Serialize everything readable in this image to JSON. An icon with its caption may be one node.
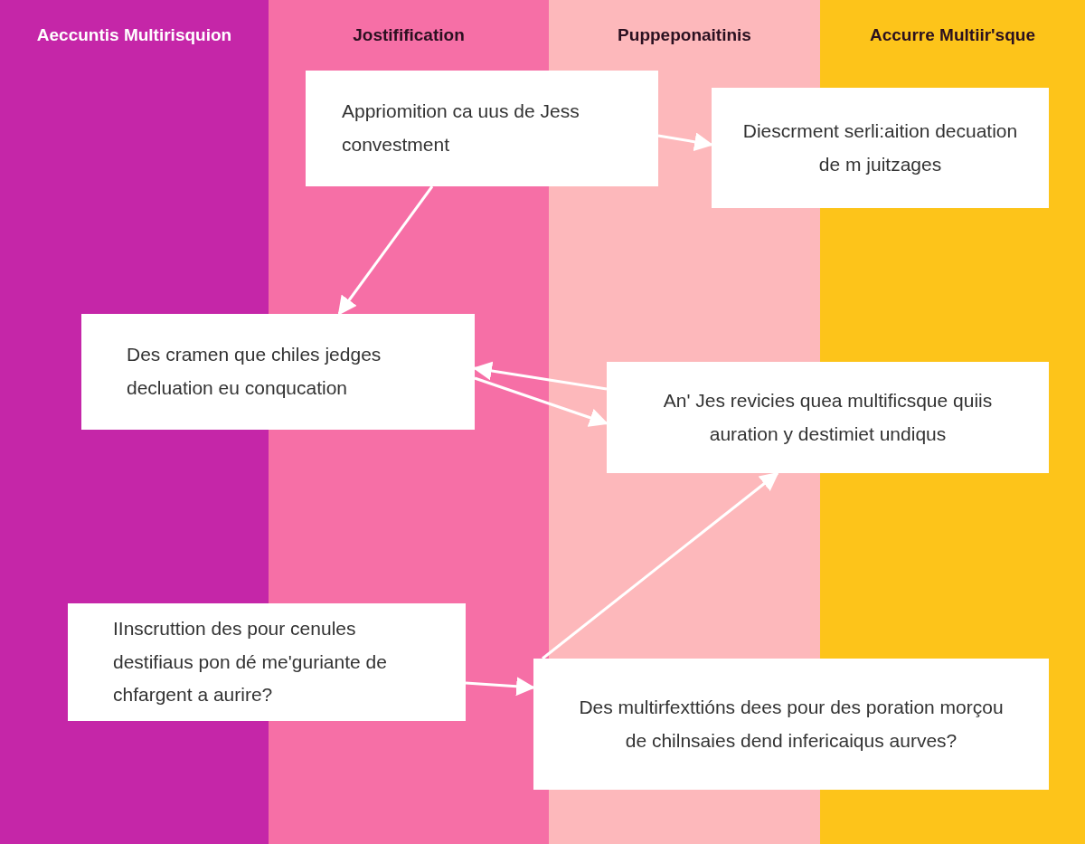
{
  "diagram": {
    "nodes": [
      {
        "text": [
          "Appriomition ca uus de Jess convestment"
        ]
      },
      {
        "text": [
          "Diescrment serli:aition decuation de m juitzages"
        ]
      },
      {
        "text": [
          "Des cramen que chiles jedges decluation eu conqucation"
        ]
      },
      {
        "text": [
          "An' Jes revicies quea multificsque quiis auration y destimiet undiqus"
        ]
      },
      {
        "text": [
          "IInscruttion des pour cenules destifiaus pon dé me'guriante de chfargent a aurire?"
        ]
      },
      {
        "text": [
          "Des multirfexttións dees pour des poration morçou de chilnsaies dend infericaiqus aurves?"
        ]
      }
    ],
    "edges": [
      {
        "from": 0,
        "to": 1,
        "arrow": "to"
      },
      {
        "from": 0,
        "to": 2,
        "arrow": "to"
      },
      {
        "from": 3,
        "to": 2,
        "arrow": "to"
      },
      {
        "from": 2,
        "to": 3,
        "arrow": "to"
      },
      {
        "from": 4,
        "to": 5,
        "arrow": "to"
      },
      {
        "from": 5,
        "to": 3,
        "arrow": "to"
      }
    ],
    "labels": [
      "Aeccuntis Multirisquion",
      "Jostifification",
      "Puppeponaitinis",
      "Accurre Multiir'sque"
    ]
  }
}
